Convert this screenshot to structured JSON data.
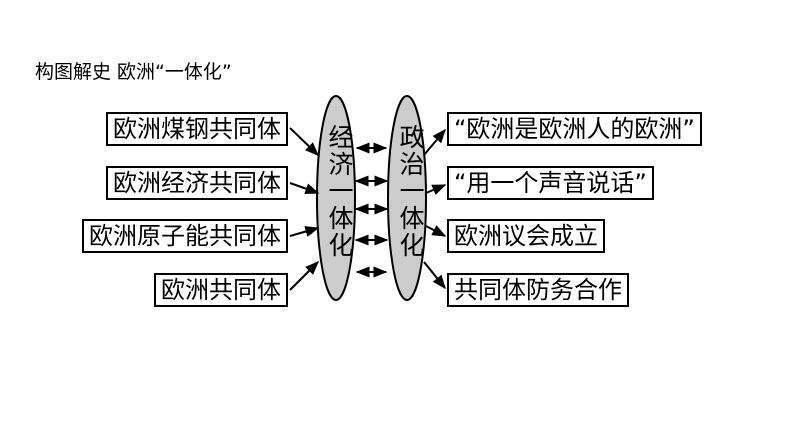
{
  "title": "构图解史  欧洲“一体化”",
  "left_items": [
    "欧洲煤钢共同体",
    "欧洲经济共同体",
    "欧洲原子能共同体",
    "欧洲共同体"
  ],
  "left_ellipse": {
    "label": "经济一体化",
    "fill": "#cccccc"
  },
  "right_ellipse": {
    "label": "政治一体化",
    "fill": "#cccccc"
  },
  "right_items": [
    "“欧洲是欧洲人的欧洲”",
    "“用一个声音说话”",
    "欧洲议会成立",
    "共同体防务合作"
  ]
}
